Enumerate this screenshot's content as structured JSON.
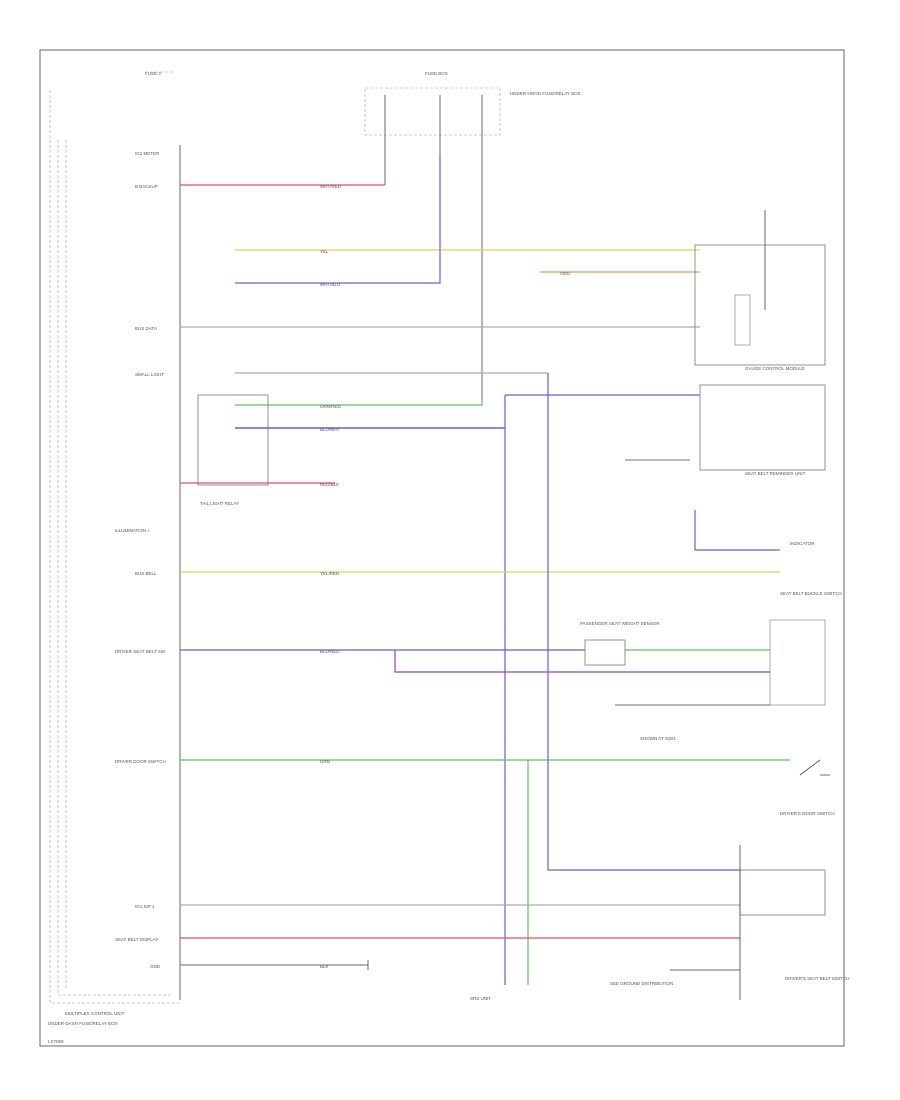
{
  "diagram": {
    "module_name": "MULTIPLEX CONTROL UNIT",
    "footer_note": "UNDER-DASH FUSE/RELAY BOX",
    "fig_id": "LX7069",
    "fuse_box_left": "FUSE 3",
    "fuse_box_top": "FUSE BOX",
    "fuse_box_note": "UNDER-HOOD FUSE/RELAY BOX",
    "terminals_left": [
      "IG1 METER",
      "B BACKUP",
      "BUS DATA",
      "SMALL LIGHT",
      "ILLUMINATION +",
      "BUS BELL",
      "DRIVER SEAT BELT SW",
      "DRIVER DOOR SWITCH",
      "IG1 SIP 1",
      "SEAT BELT DISPLAY",
      "GND"
    ],
    "components": [
      "GAUGE CONTROL MODULE",
      "SEAT BELT REMINDER UNIT",
      "PASSENGER SEAT WEIGHT SENSOR",
      "TAIL LIGHT RELAY",
      "INDICATOR",
      "SEAT BELT BUCKLE SWITCH",
      "SRS UNIT",
      "DRIVER'S DOOR SWITCH",
      "DRIVER'S SEAT BELT SWITCH",
      "SHOWN AT G501",
      "SEE GROUND DISTRIBUTION"
    ],
    "wire_colors": [
      "WHT/RED",
      "WHT/BLU",
      "YEL",
      "BLU/WHT",
      "GRN/RED",
      "RED/BLK",
      "YEL/RED",
      "BLU/RED",
      "GRN",
      "BLK",
      "ORG"
    ]
  }
}
